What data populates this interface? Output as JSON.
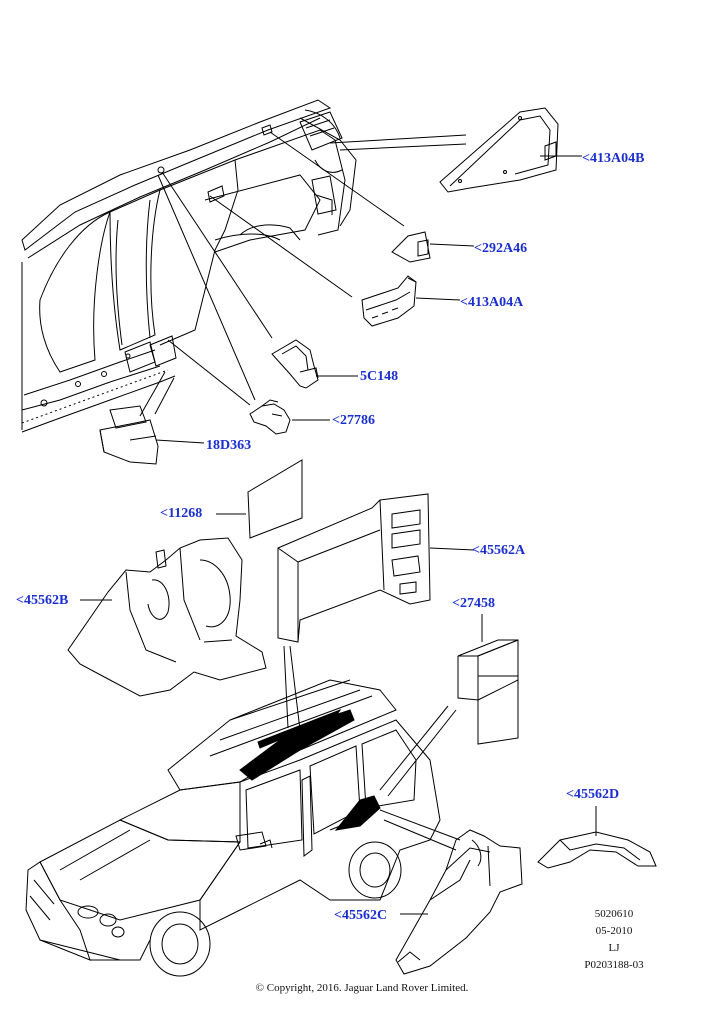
{
  "callouts": [
    {
      "id": "413A04B",
      "label": "<413A04B"
    },
    {
      "id": "292A46",
      "label": "<292A46"
    },
    {
      "id": "413A04A",
      "label": "<413A04A"
    },
    {
      "id": "5C148",
      "label": "5C148"
    },
    {
      "id": "27786",
      "label": "<27786"
    },
    {
      "id": "18D363",
      "label": "18D363"
    },
    {
      "id": "11268",
      "label": "<11268"
    },
    {
      "id": "45562A",
      "label": "<45562A"
    },
    {
      "id": "45562B",
      "label": "<45562B"
    },
    {
      "id": "27458",
      "label": "<27458"
    },
    {
      "id": "45562D",
      "label": "<45562D"
    },
    {
      "id": "45562C",
      "label": "<45562C"
    }
  ],
  "meta": {
    "line1": "5020610",
    "line2": "05-2010",
    "line3": "LJ",
    "line4": "P0203188-03"
  },
  "copyright": "© Copyright, 2016. Jaguar Land Rover Limited.",
  "colors": {
    "callout": "#1a2fd0",
    "line": "#000000"
  }
}
